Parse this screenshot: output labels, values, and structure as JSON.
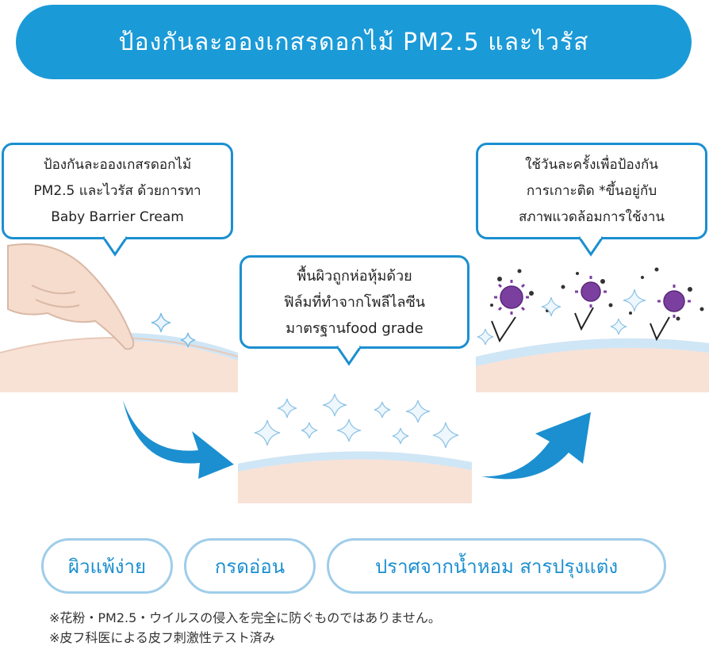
{
  "banner": {
    "title": "ป้องกันละอองเกสรดอกไม้ PM2.5 และไวรัส"
  },
  "bubbles": {
    "left": [
      "ป้องกันละอองเกสรดอกไม้",
      "PM2.5 และไวรัส ด้วยการทา",
      "Baby Barrier Cream"
    ],
    "middle": [
      "พื้นผิวถูกห่อหุ้มด้วย",
      "ฟิล์มที่ทำจากโพลีไลซีน",
      "มาตรฐานfood grade"
    ],
    "right": [
      "ใช้วันละครั้งเพื่อป้องกัน",
      "การเกาะติด *ขึ้นอยู่กับ",
      "สภาพแวดล้อมการใช้งาน"
    ]
  },
  "pills": [
    "ผิวแพ้ง่าย",
    "กรดอ่อน",
    "ปราศจากน้ำหอม สารปรุงแต่ง"
  ],
  "footnotes": [
    "※花粉・PM2.5・ウイルスの侵入を完全に防ぐものではありません。",
    "※皮フ科医による皮フ刺激性テスト済み"
  ],
  "colors": {
    "brand_blue": "#1b9ad8",
    "bubble_border": "#1b8fd0",
    "pill_border": "#9fcdea",
    "skin": "#f8e2d6",
    "film": "#cfe6f6",
    "virus": "#7b3fa0"
  },
  "icons": [
    "pointing-hand-icon",
    "sparkle-icon",
    "virus-icon",
    "curved-arrow-icon"
  ]
}
